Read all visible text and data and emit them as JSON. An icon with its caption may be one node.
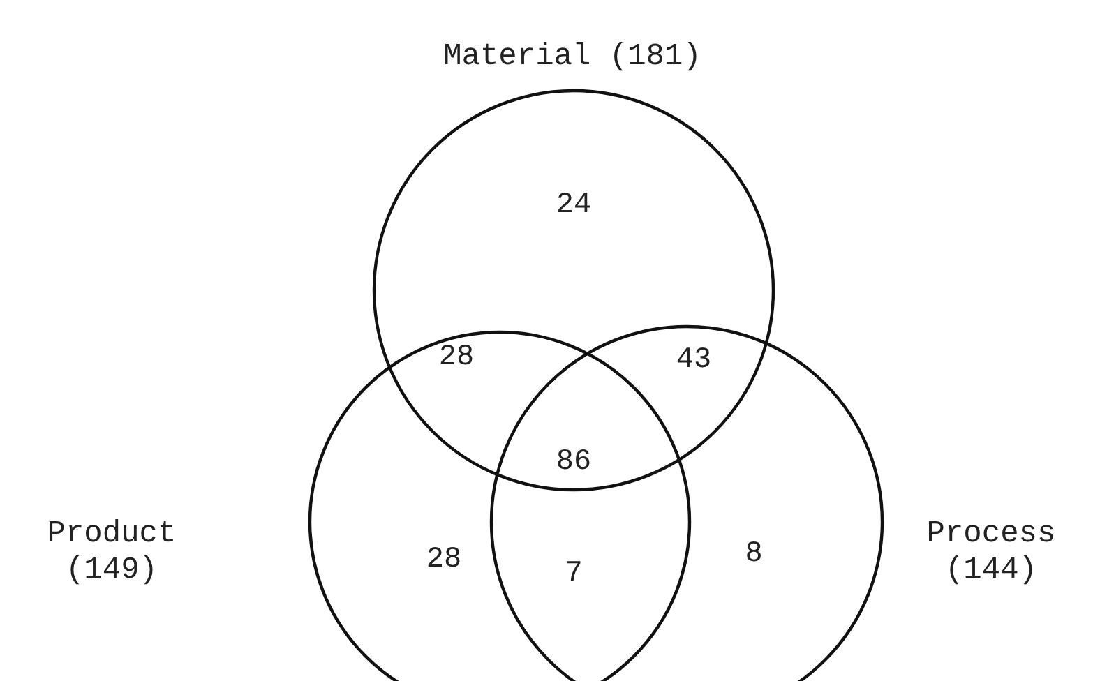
{
  "diagram": {
    "nodes": [
      {
        "text": [
          "Material (181)"
        ]
      },
      {
        "text": [
          "Product (149)"
        ]
      },
      {
        "text": [
          "Process (144)"
        ]
      }
    ],
    "labels": [
      "24",
      "28",
      "43",
      "86",
      "28",
      "7",
      "8"
    ]
  }
}
